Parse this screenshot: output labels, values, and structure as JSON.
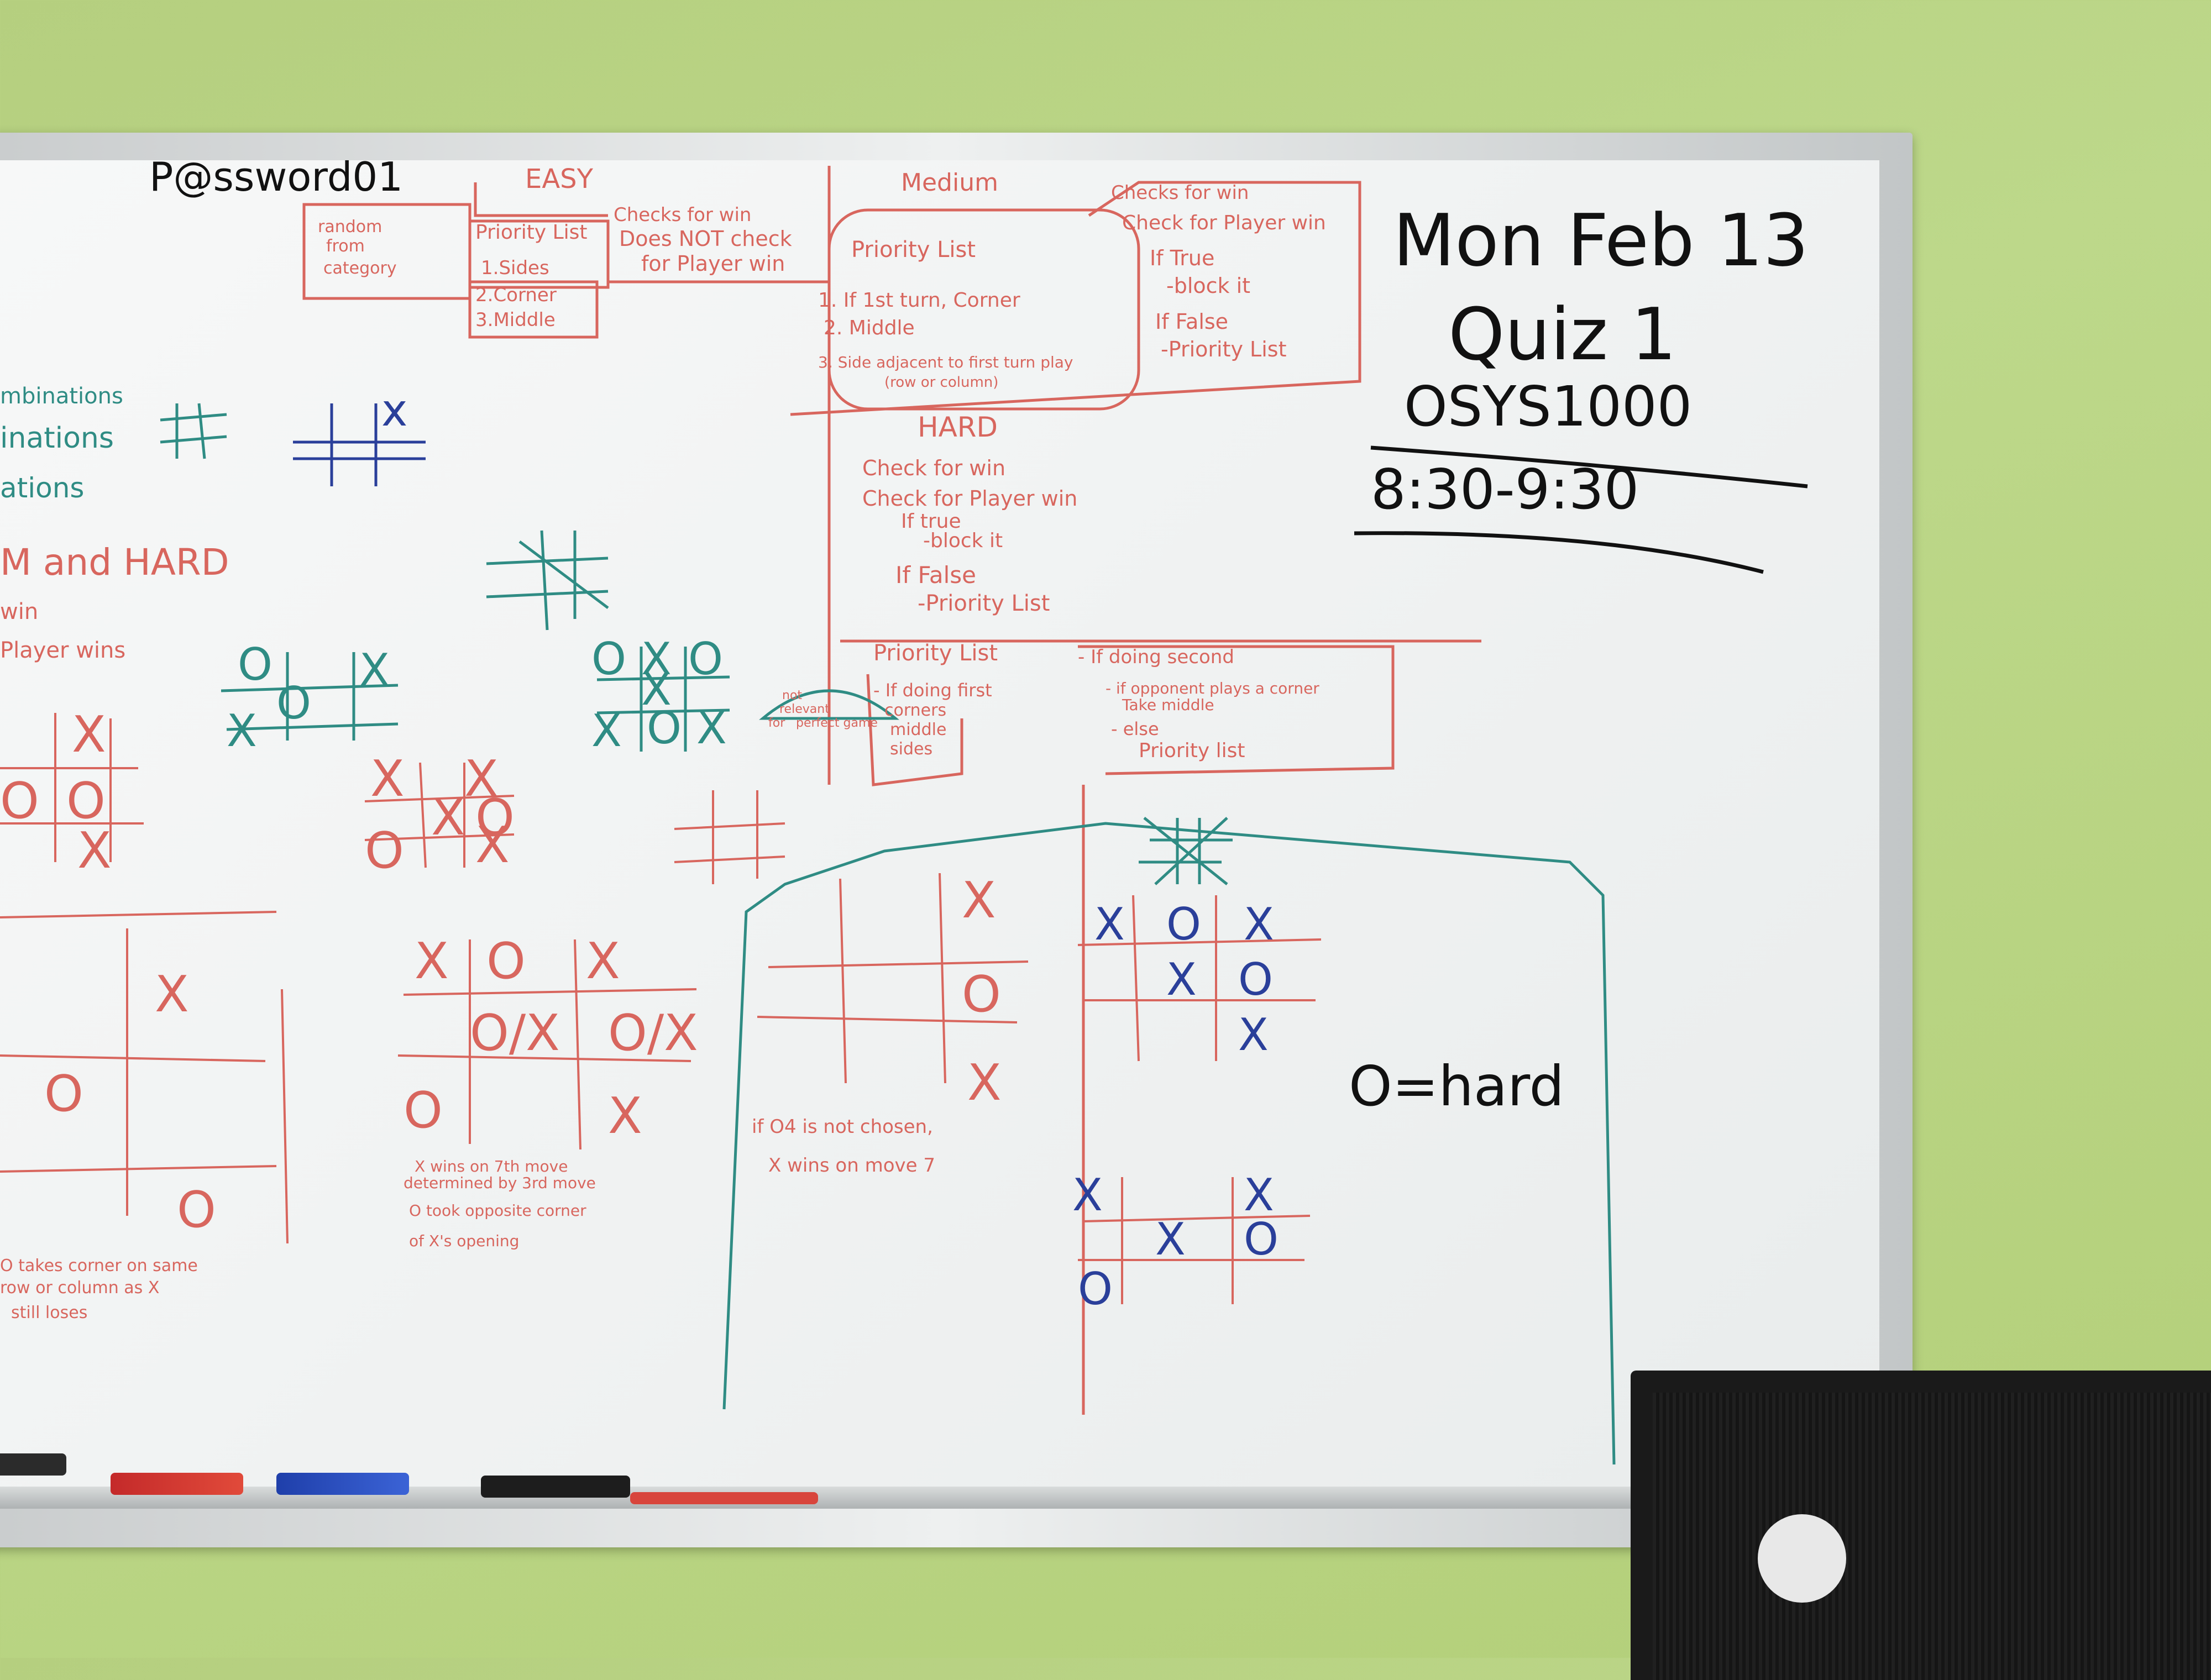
{
  "board": {
    "header_left": "P@ssword01",
    "easy": {
      "title": "EASY",
      "category": [
        "random",
        "from",
        "category"
      ],
      "priority": [
        "Priority List",
        "1.Sides",
        "2.Corner",
        "3.Middle"
      ],
      "checks": [
        "Checks for win",
        "Does NOT check",
        "for Player win"
      ]
    },
    "medium": {
      "title": "Medium",
      "priority": [
        "Priority List",
        "1. If 1st turn, Corner",
        "2. Middle",
        "3. Side adjacent to first turn play",
        "(row or column)"
      ],
      "checks": [
        "Checks for win",
        "Check for Player win",
        "If True",
        "-block it",
        "If False",
        "-Priority List"
      ]
    },
    "hard": {
      "title": "HARD",
      "lines": [
        "Check for win",
        "Check for Player win",
        "If true",
        "-block it",
        "If False",
        "-Priority List"
      ],
      "priority_title": "Priority List",
      "first": [
        "- If doing first",
        "corners",
        "middle",
        "sides"
      ],
      "second": [
        "- If doing second",
        "- if opponent plays a corner",
        "Take middle",
        "- else",
        "Priority list"
      ],
      "bubble": [
        "not",
        "relevant",
        "for",
        "perfect game"
      ]
    },
    "left_notes": [
      "mbinations",
      "inations",
      "ations",
      "M and HARD",
      "win",
      "Player wins"
    ],
    "notes_red": [
      "X wins on 7th move",
      "determined by 3rd move",
      "O took opposite corner",
      "of X's opening",
      "if O4 is not chosen,",
      "X wins on move 7",
      "O takes corner on same",
      "row or column as X",
      "still loses"
    ],
    "right": {
      "date": "Mon Feb 13",
      "quiz": "Quiz 1",
      "course": "OSYS1000",
      "time": "8:30-9:30",
      "o_hard": "O=hard"
    }
  }
}
